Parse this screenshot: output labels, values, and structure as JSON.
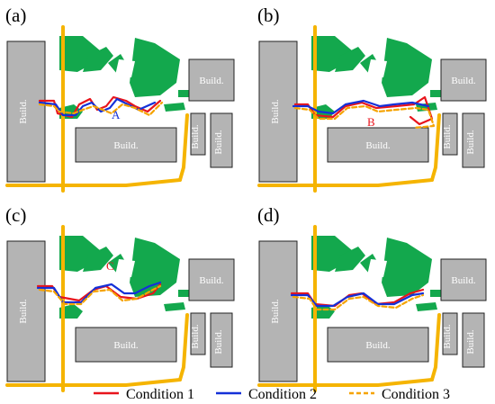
{
  "panels": [
    {
      "label": "(a)",
      "annotation": "A"
    },
    {
      "label": "(b)",
      "annotation": "B"
    },
    {
      "label": "(c)",
      "annotation": "C"
    },
    {
      "label": "(d)",
      "annotation": ""
    }
  ],
  "building_label": "Build.",
  "legend": [
    {
      "label": "Condition 1",
      "color": "#e8141c",
      "dash": "solid"
    },
    {
      "label": "Condition 2",
      "color": "#1430d8",
      "dash": "solid"
    },
    {
      "label": "Condition 3",
      "color": "#f5a300",
      "dash": "dashed"
    }
  ],
  "colors": {
    "building": "#b4b4b4",
    "vegetation": "#13a84d",
    "road": "#f5b400"
  }
}
